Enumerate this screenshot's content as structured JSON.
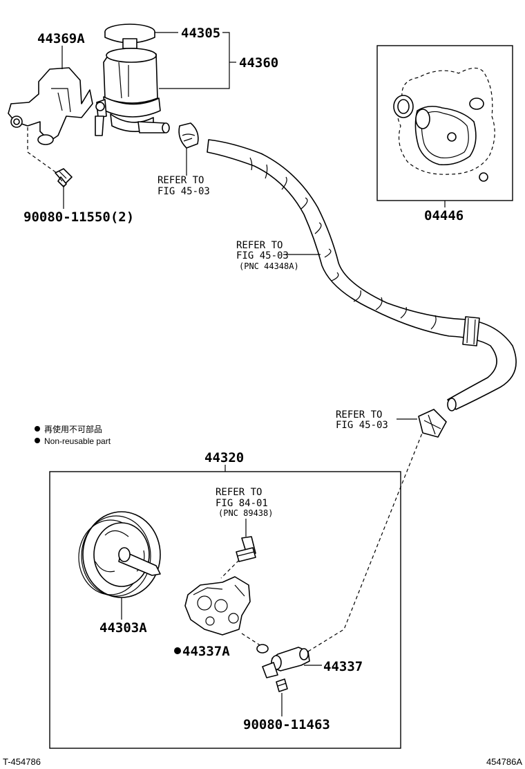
{
  "diagram": {
    "parts": {
      "bracket": "44369A",
      "cap": "44305",
      "reservoir": "44360",
      "bolt_upper": "90080-11550(2)",
      "gasket_kit": "04446",
      "pump_assy": "44320",
      "pulley": "44303A",
      "oring": "44337A",
      "union": "44337",
      "bolt_lower": "90080-11463"
    },
    "refs": {
      "clamp_upper": [
        "REFER TO",
        "FIG 45-03"
      ],
      "hose": [
        "REFER TO",
        "FIG 45-03",
        "(PNC 44348A)"
      ],
      "clamp_lower": [
        "REFER TO",
        "FIG 45-03"
      ],
      "sensor": [
        "REFER TO",
        "FIG 84-01",
        "(PNC 89438)"
      ]
    },
    "legend": {
      "jp": "再使用不可部品",
      "en": "Non-reusable part"
    },
    "footer": {
      "left": "T-454786",
      "right": "454786A"
    }
  }
}
